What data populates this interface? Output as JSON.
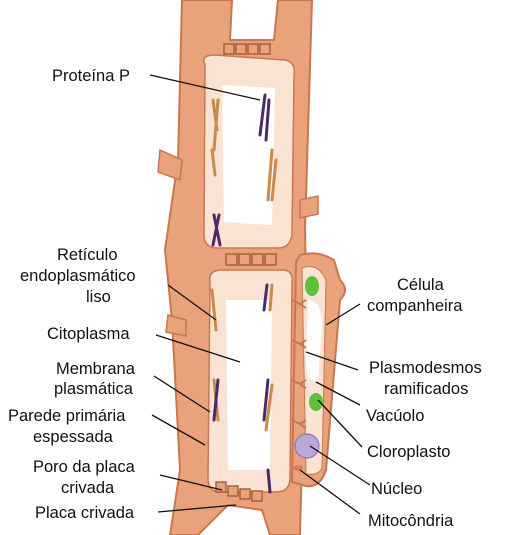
{
  "colors": {
    "wall": "#e9a27a",
    "wall_edge": "#c8774f",
    "wall_line": "#d4895f",
    "cytoplasm": "#f9d8c3",
    "lumen": "#ffffff",
    "protein_tan": "#c98a4a",
    "protein_purple": "#4b2a6b",
    "chloroplast": "#5fbf3a",
    "nucleus": "#b9a9d9",
    "mitochondria": "#e07a55",
    "leader": "#111111"
  },
  "labels": {
    "proteina_p": "Proteína P",
    "reticulo_1": "Retículo",
    "reticulo_2": "endoplasmático",
    "reticulo_3": "liso",
    "citoplasma": "Citoplasma",
    "membrana_1": "Membrana",
    "membrana_2": "plasmática",
    "parede_1": "Parede primária",
    "parede_2": "espessada",
    "poro_1": "Poro da placa",
    "poro_2": "crivada",
    "placa": "Placa crivada",
    "celula_1": "Célula",
    "celula_2": "companheira",
    "plasmo_1": "Plasmodesmos",
    "plasmo_2": "ramificados",
    "vacuolo": "Vacúolo",
    "cloroplasto": "Cloroplasto",
    "nucleo": "Núcleo",
    "mitocondria": "Mitocôndria"
  }
}
